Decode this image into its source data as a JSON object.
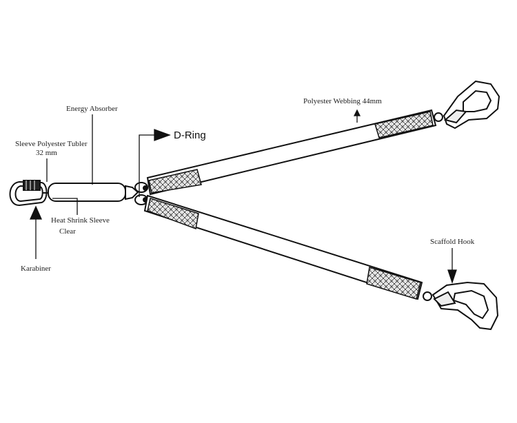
{
  "labels": {
    "energy_absorber": "Energy Absorber",
    "sleeve_line1": "Sleeve Polyester Tubler",
    "sleeve_line2": "32 mm",
    "d_ring": "D-Ring",
    "polyester_webbing": "Polyester Webbing 44mm",
    "heat_shrink_line1": "Heat Shrink Sleeve",
    "heat_shrink_line2": "Clear",
    "karabiner": "Karabiner",
    "scaffold_hook": "Scaffold Hook"
  },
  "colors": {
    "line": "#111111",
    "label": "#222222",
    "background": "#ffffff"
  }
}
